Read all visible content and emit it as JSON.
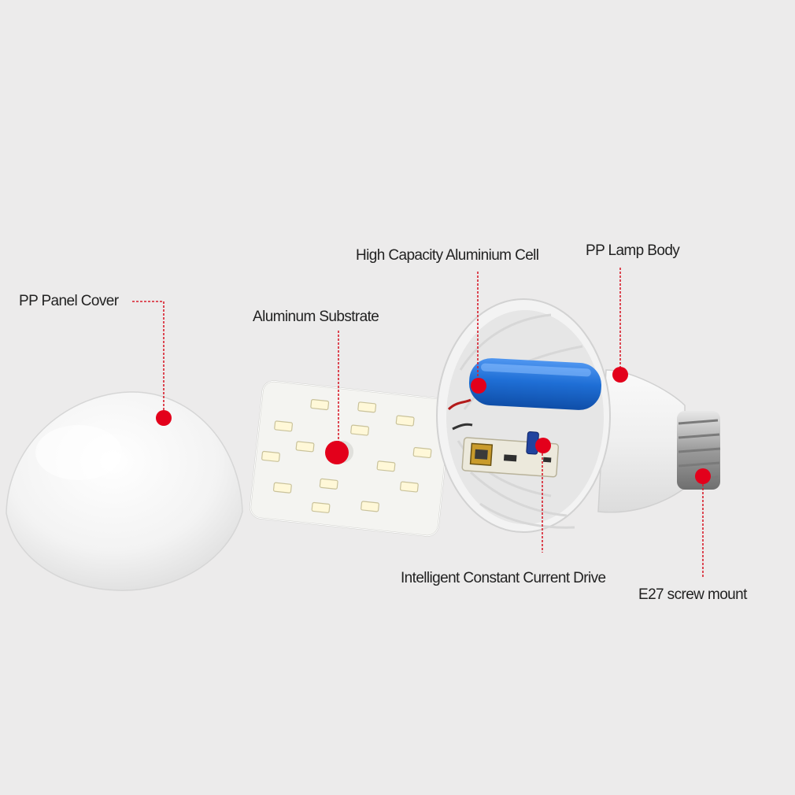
{
  "colors": {
    "background": "#ecebeb",
    "callout_dot": "#e3001b",
    "callout_line": "#d81e2c",
    "battery": "#1f6fd6",
    "pcb": "#f2f2f0",
    "bulb_white": "#f7f7f7"
  },
  "callouts": {
    "panel_cover": "PP Panel Cover",
    "aluminum_substrate": "Aluminum Substrate",
    "aluminium_cell": "High Capacity Aluminium Cell",
    "lamp_body": "PP Lamp Body",
    "current_drive": "Intelligent Constant Current Drive",
    "screw_mount": "E27 screw mount"
  }
}
